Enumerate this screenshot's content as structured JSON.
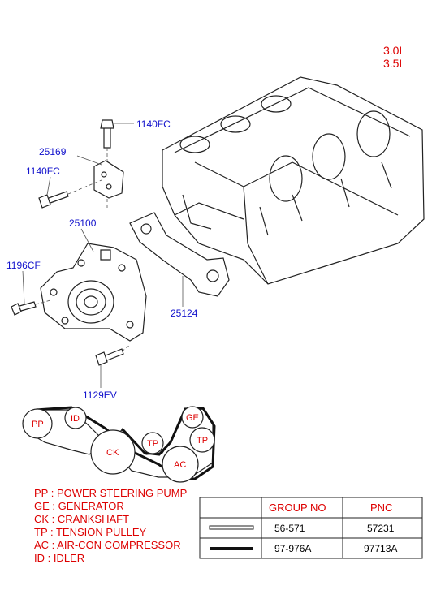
{
  "engine": {
    "variant_1": "3.0L",
    "variant_2": "3.5L"
  },
  "parts": [
    {
      "id": "bolt-top",
      "label": "1140FC"
    },
    {
      "id": "bracket",
      "label": "25169"
    },
    {
      "id": "bolt-left",
      "label": "1140FC"
    },
    {
      "id": "water-pump",
      "label": "25100"
    },
    {
      "id": "bolt-pump-side",
      "label": "1196CF"
    },
    {
      "id": "gasket",
      "label": "25124"
    },
    {
      "id": "bolt-bottom",
      "label": "1129EV"
    }
  ],
  "pulleys": {
    "pp": "PP",
    "id": "ID",
    "ck": "CK",
    "tp_lower": "TP",
    "ge": "GE",
    "tp_upper": "TP",
    "ac": "AC"
  },
  "legend": [
    "PP : POWER STEERING PUMP",
    "GE : GENERATOR",
    "CK : CRANKSHAFT",
    "TP : TENSION PULLEY",
    "AC : AIR-CON COMPRESSOR",
    "ID : IDLER"
  ],
  "table": {
    "headers": [
      "",
      "GROUP NO",
      "PNC"
    ],
    "rows": [
      {
        "belt": "thin-belt",
        "group_no": "56-571",
        "pnc": "57231"
      },
      {
        "belt": "thick-belt",
        "group_no": "97-976A",
        "pnc": "97713A"
      }
    ]
  }
}
